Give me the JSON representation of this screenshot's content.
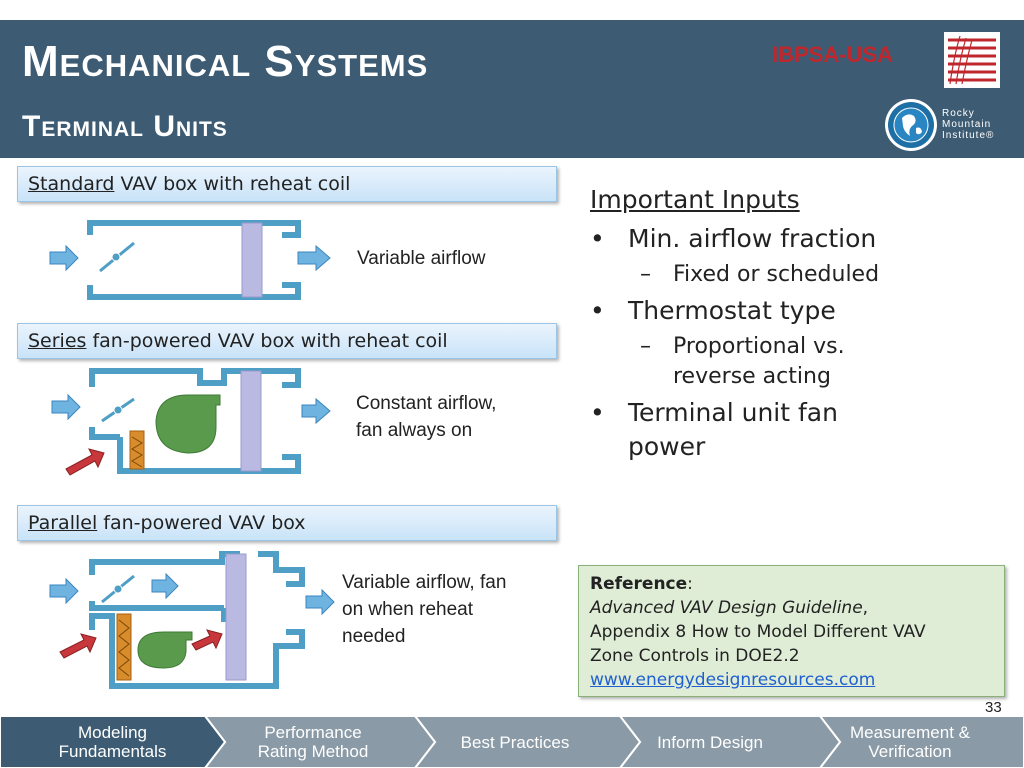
{
  "header": {
    "title": "Mechanical Systems",
    "subtitle": "Terminal Units",
    "ibpsa_text": "IBPSA-USA",
    "rmi_text_lines": [
      "Rocky",
      "Mountain",
      "Institute®"
    ]
  },
  "sections": [
    {
      "type_word": "Standard",
      "rest": " VAV box with reheat coil",
      "caption": "Variable airflow"
    },
    {
      "type_word": "Series",
      "rest": " fan-powered VAV box with reheat coil",
      "caption_line1": "Constant airflow,",
      "caption_line2": "fan always on"
    },
    {
      "type_word": "Parallel",
      "rest": " fan-powered VAV box",
      "caption_line1": "Variable airflow, fan",
      "caption_line2": "on when reheat",
      "caption_line3": "needed"
    }
  ],
  "inputs": {
    "heading": "Important Inputs",
    "bullet_symbol": "•",
    "dash_symbol": "–",
    "items": [
      {
        "text": "Min. airflow fraction",
        "sub": [
          "Fixed or scheduled"
        ]
      },
      {
        "text": "Thermostat type",
        "sub_line1": "Proportional vs.",
        "sub_line2": "reverse acting"
      },
      {
        "text_line1": "Terminal unit fan",
        "text_line2": "power"
      }
    ]
  },
  "reference": {
    "label": "Reference",
    "colon": ":",
    "title": "Advanced VAV Design Guideline",
    "comma": ",",
    "line2": "Appendix 8 How to Model Different VAV",
    "line3": "Zone Controls in DOE2.2",
    "url": "www.energydesignresources.com"
  },
  "page_number": "33",
  "nav": {
    "tabs": [
      {
        "line1": "Modeling",
        "line2": "Fundamentals",
        "active": true
      },
      {
        "line1": "Performance",
        "line2": "Rating Method",
        "active": false
      },
      {
        "line1": "Best Practices",
        "line2": "",
        "active": false
      },
      {
        "line1": "Inform Design",
        "line2": "",
        "active": false
      },
      {
        "line1": "Measurement &",
        "line2": "Verification",
        "active": false
      }
    ]
  },
  "colors": {
    "header_bg": "#3d5c74",
    "duct": "#4e9ec6",
    "reheat_coil": "#b9b9e2",
    "fan_green": "#5a9a4c",
    "filter_orange": "#d98c2b",
    "hot_arrow": "#c8373c",
    "cool_arrow": "#6fb4e0",
    "nav_active": "#3d5c74",
    "nav_inactive": "#8a9aa6",
    "ibpsa_red": "#c0272d"
  }
}
